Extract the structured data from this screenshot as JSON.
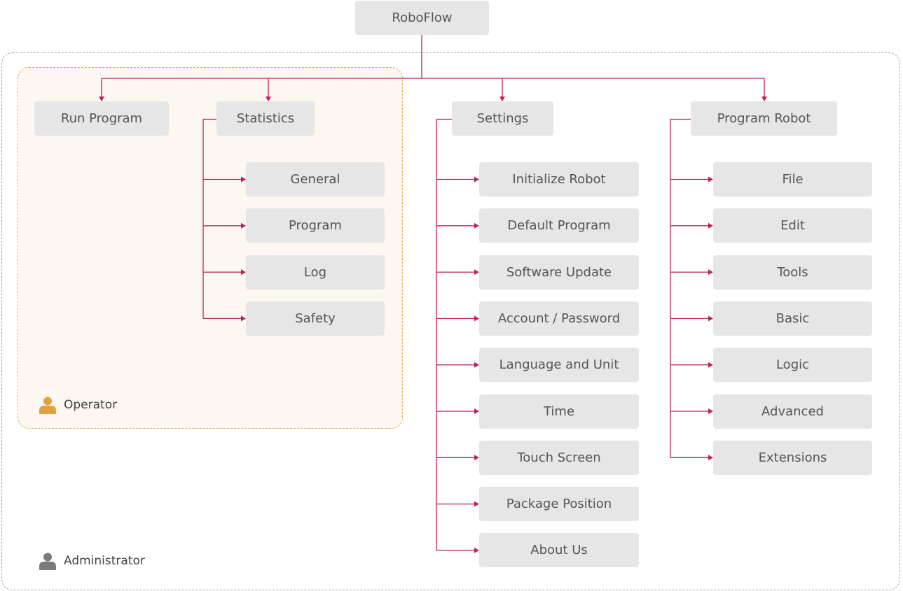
{
  "root": "RoboFlow",
  "menus": [
    {
      "key": "run-program",
      "label": "Run Program",
      "items": []
    },
    {
      "key": "statistics",
      "label": "Statistics",
      "items": [
        "General",
        "Program",
        "Log",
        "Safety"
      ]
    },
    {
      "key": "settings",
      "label": "Settings",
      "items": [
        "Initialize Robot",
        "Default Program",
        "Software Update",
        "Account / Password",
        "Language and Unit",
        "Time",
        "Touch Screen",
        "Package Position",
        "About Us"
      ]
    },
    {
      "key": "program-robot",
      "label": "Program Robot",
      "items": [
        "File",
        "Edit",
        "Tools",
        "Basic",
        "Logic",
        "Advanced",
        "Extensions"
      ]
    }
  ],
  "zones": {
    "operator": {
      "label": "Operator",
      "color": "#e3a042"
    },
    "administrator": {
      "label": "Administrator",
      "color": "#7b7b7b"
    }
  },
  "connector_color": "#b8235f"
}
